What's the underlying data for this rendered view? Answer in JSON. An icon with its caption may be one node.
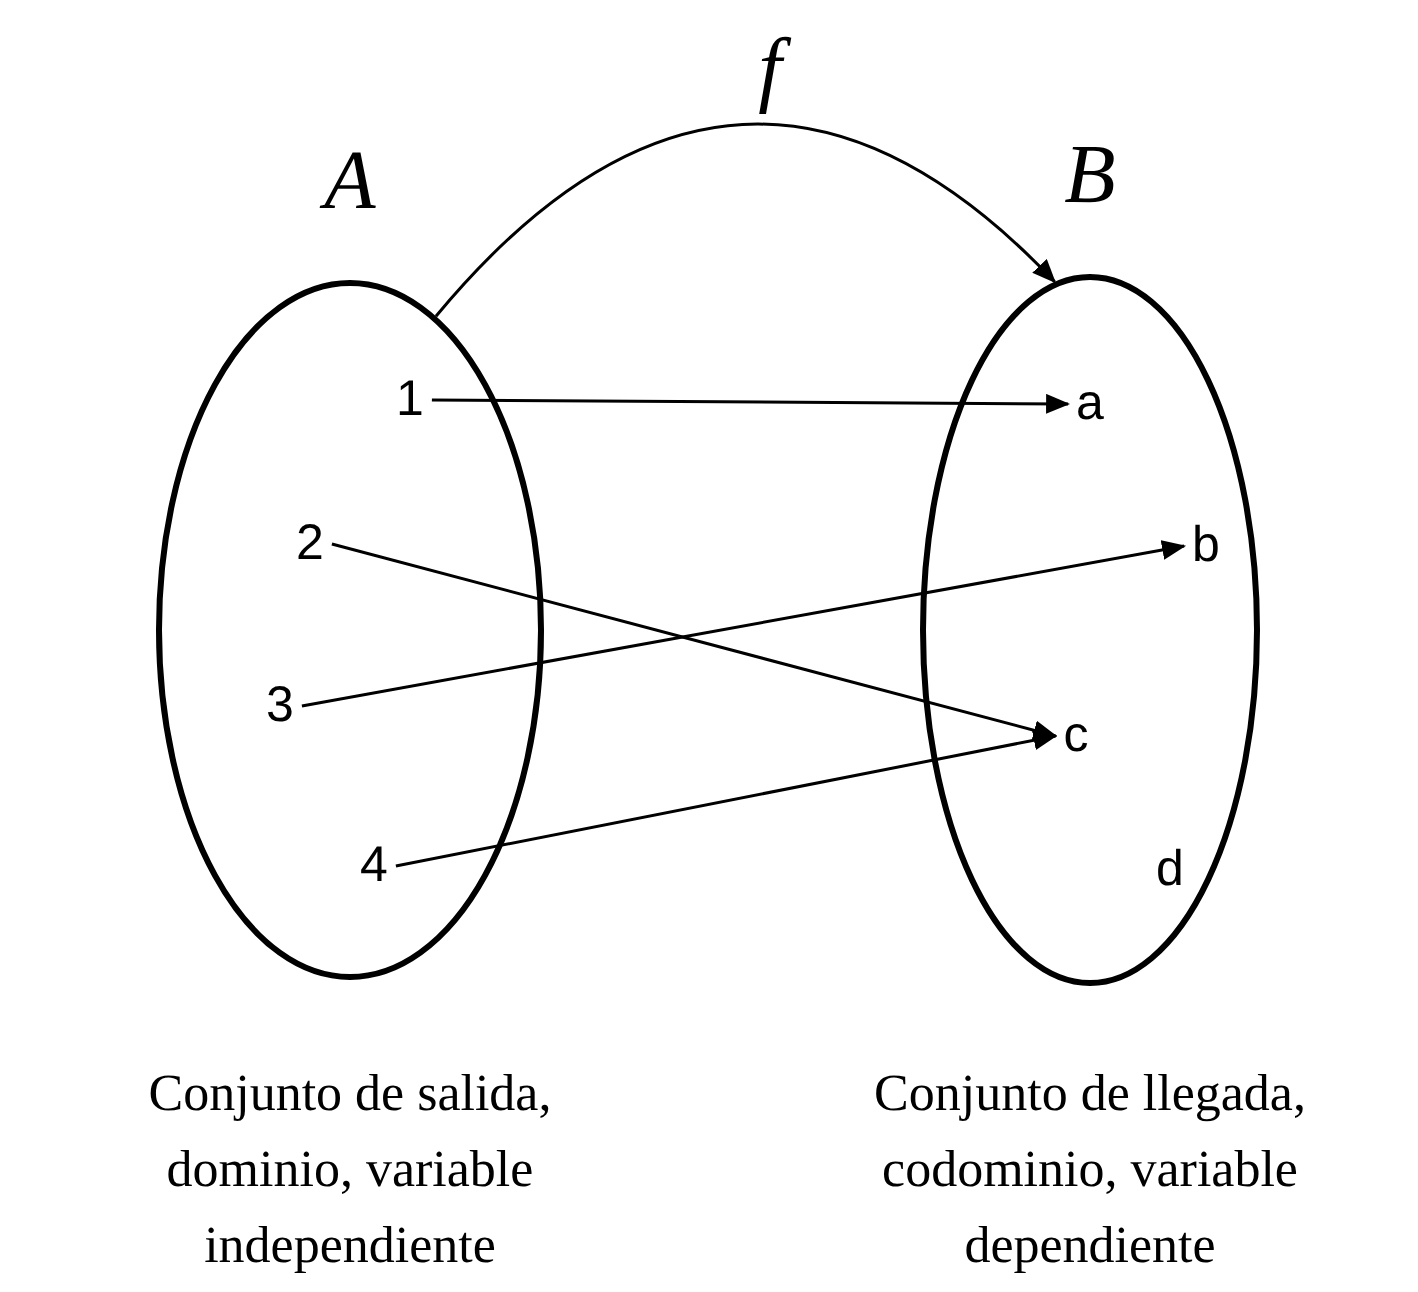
{
  "diagram": {
    "nodes": [
      {
        "text": [
          "A"
        ],
        "beside": [
          "Conjunto de salida, dominio, variable independiente"
        ]
      },
      {
        "text": [
          "1"
        ],
        "in": 0
      },
      {
        "text": [
          "2"
        ],
        "in": 0
      },
      {
        "text": [
          "3"
        ],
        "in": 0
      },
      {
        "text": [
          "4"
        ],
        "in": 0
      },
      {
        "text": [
          "B"
        ],
        "beside": [
          "Conjunto de llegada, codominio, variable dependiente"
        ]
      },
      {
        "text": [
          "a"
        ],
        "in": 5
      },
      {
        "text": [
          "b"
        ],
        "in": 5
      },
      {
        "text": [
          "c"
        ],
        "in": 5
      },
      {
        "text": [
          "d"
        ],
        "in": 5
      }
    ],
    "edges": [
      {
        "from": 0,
        "to": 5,
        "arrow": "to",
        "label": "f"
      },
      {
        "from": 1,
        "to": 6,
        "arrow": "to"
      },
      {
        "from": 2,
        "to": 8,
        "arrow": "to"
      },
      {
        "from": 3,
        "to": 7,
        "arrow": "to"
      },
      {
        "from": 4,
        "to": 8,
        "arrow": "to"
      }
    ]
  }
}
